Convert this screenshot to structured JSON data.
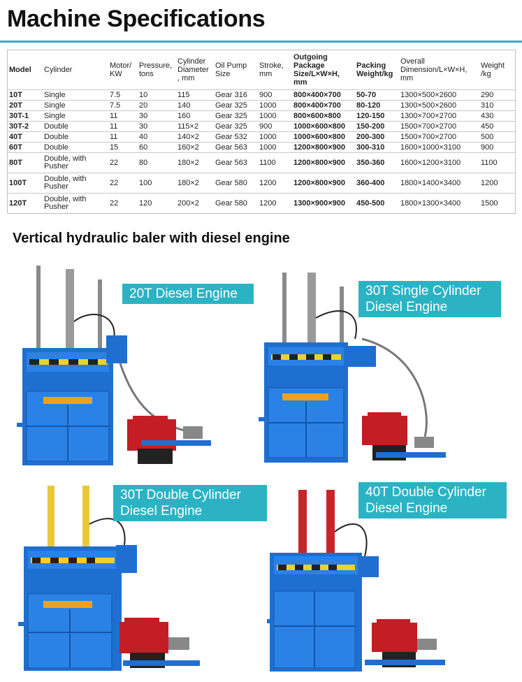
{
  "page": {
    "title": "Machine Specifications",
    "subtitle": "Vertical hydraulic baler with diesel engine"
  },
  "table": {
    "headers": [
      "Model",
      "Cylinder",
      "Motor/ KW",
      "Pressure, tons",
      "Cylinder Diameter , mm",
      "Oil Pump Size",
      "Stroke, mm",
      "Outgoing Package Size/L×W×H, mm",
      "Packing Weight/kg",
      "Overall Dimension/L×W×H, mm",
      "Weight /kg"
    ],
    "rows": [
      [
        "10T",
        "Single",
        "7.5",
        "10",
        "115",
        "Gear 316",
        "900",
        "800×400×700",
        "50-70",
        "1300×500×2600",
        "290"
      ],
      [
        "20T",
        "Single",
        "7.5",
        "20",
        "140",
        "Gear 325",
        "1000",
        "800×400×700",
        "80-120",
        "1300×500×2600",
        "310"
      ],
      [
        "30T-1",
        "Single",
        "11",
        "30",
        "160",
        "Gear 325",
        "1000",
        "800×600×800",
        "120-150",
        "1300×700×2700",
        "430"
      ],
      [
        "30T-2",
        "Double",
        "11",
        "30",
        "115×2",
        "Gear 325",
        "900",
        "1000×600×800",
        "150-200",
        "1500×700×2700",
        "450"
      ],
      [
        "40T",
        "Double",
        "11",
        "40",
        "140×2",
        "Gear 532",
        "1000",
        "1000×600×800",
        "200-300",
        "1500×700×2700",
        "500"
      ],
      [
        "60T",
        "Double",
        "15",
        "60",
        "160×2",
        "Gear 563",
        "1000",
        "1200×800×900",
        "300-310",
        "1600×1000×3100",
        "900"
      ],
      [
        "80T",
        "Double, with Pusher",
        "22",
        "80",
        "180×2",
        "Gear 563",
        "1100",
        "1200×800×900",
        "350-360",
        "1600×1200×3100",
        "1100"
      ],
      [
        "100T",
        "Double, with Pusher",
        "22",
        "100",
        "180×2",
        "Gear 580",
        "1200",
        "1200×800×900",
        "360-400",
        "1800×1400×3400",
        "1200"
      ],
      [
        "120T",
        "Double, with Pusher",
        "22",
        "120",
        "200×2",
        "Gear 580",
        "1200",
        "1300×900×900",
        "450-500",
        "1800×1300×3400",
        "1500"
      ]
    ]
  },
  "products": [
    {
      "caption": "20T Diesel Engine",
      "ram_color": "#9a9a9a"
    },
    {
      "caption": "30T Single Cylinder Diesel Engine",
      "ram_color": "#9a9a9a"
    },
    {
      "caption": "30T Double Cylinder Diesel Engine",
      "ram_color": "#e9c93a"
    },
    {
      "caption": "40T Double Cylinder Diesel Engine",
      "ram_color": "#c8252b"
    }
  ],
  "colors": {
    "accent": "#2bb3c4",
    "machine_blue": "#1f6fd1",
    "engine_red": "#c41d24"
  }
}
